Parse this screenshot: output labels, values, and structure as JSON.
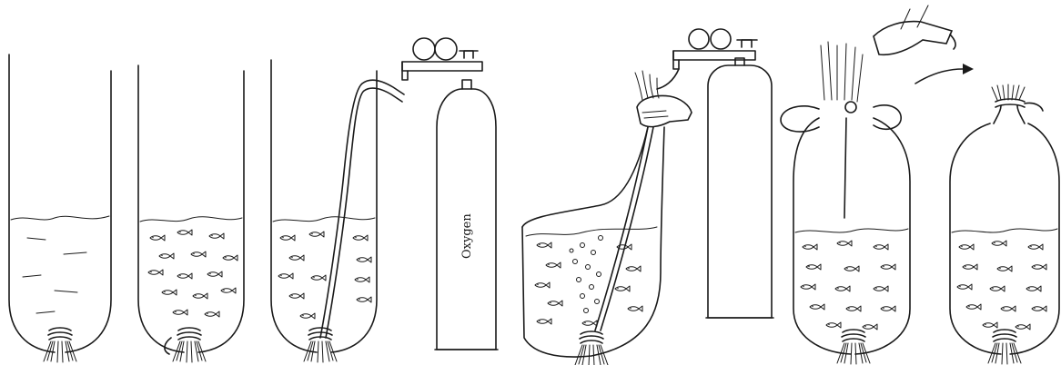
{
  "diagram": {
    "steps": [
      {
        "id": "bag-water",
        "has_fish": false
      },
      {
        "id": "bag-fish",
        "has_fish": true
      },
      {
        "id": "bag-oxygen-tube",
        "has_fish": true
      },
      {
        "id": "bag-squeeze-air",
        "has_fish": true
      },
      {
        "id": "bag-twist-tie",
        "has_fish": true
      },
      {
        "id": "bag-sealed",
        "has_fish": true
      }
    ],
    "cylinder_label": "Oxygen",
    "icons": [
      "gauge-icon",
      "valve-icon",
      "fish-icon",
      "bubble-icon",
      "hand-icon",
      "arrow-icon",
      "rubber-band-icon"
    ]
  }
}
